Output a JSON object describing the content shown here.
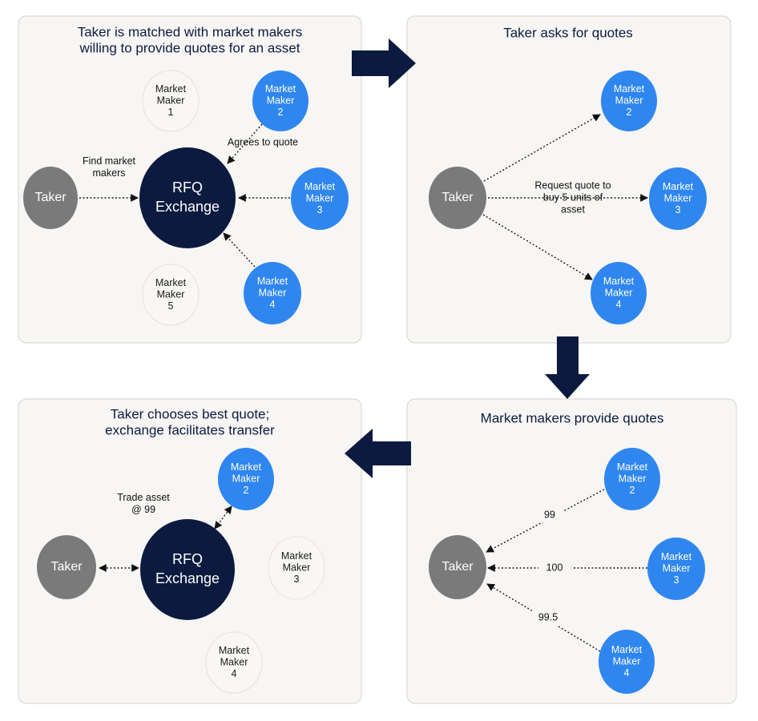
{
  "colors": {
    "exchange": "#0b1a3e",
    "maker_active": "#2f86ef",
    "maker_idle": "#f8f7f3",
    "taker": "#7a7a7a",
    "panel": "#f7f6f4",
    "arrow": "#0b1a3e"
  },
  "panels": [
    {
      "id": "matching",
      "title": [
        "Taker is matched with market makers",
        "willing to provide quotes for an asset"
      ],
      "labels": [
        [
          "Find market",
          "makers"
        ],
        [
          "Agrees to quote"
        ]
      ]
    },
    {
      "id": "request",
      "title": [
        "Taker asks for quotes"
      ],
      "labels": [
        [
          "Request quote to",
          "buy 5 units of",
          "asset"
        ]
      ]
    },
    {
      "id": "quotes",
      "title": [
        "Market makers provide quotes"
      ],
      "labels": [
        [
          "99"
        ],
        [
          "100"
        ],
        [
          "99.5"
        ]
      ]
    },
    {
      "id": "transfer",
      "title": [
        "Taker chooses best quote;",
        "exchange facilitates transfer"
      ],
      "labels": [
        [
          "Trade asset",
          "@ 99"
        ]
      ]
    }
  ],
  "nodes": {
    "taker": [
      "Taker"
    ],
    "exchange": [
      "RFQ",
      "Exchange"
    ],
    "mm1": [
      "Market",
      "Maker",
      "1"
    ],
    "mm2": [
      "Market",
      "Maker",
      "2"
    ],
    "mm3": [
      "Market",
      "Maker",
      "3"
    ],
    "mm4": [
      "Market",
      "Maker",
      "4"
    ],
    "mm5": [
      "Market",
      "Maker",
      "5"
    ]
  },
  "flow": [
    "right",
    "down",
    "left"
  ]
}
